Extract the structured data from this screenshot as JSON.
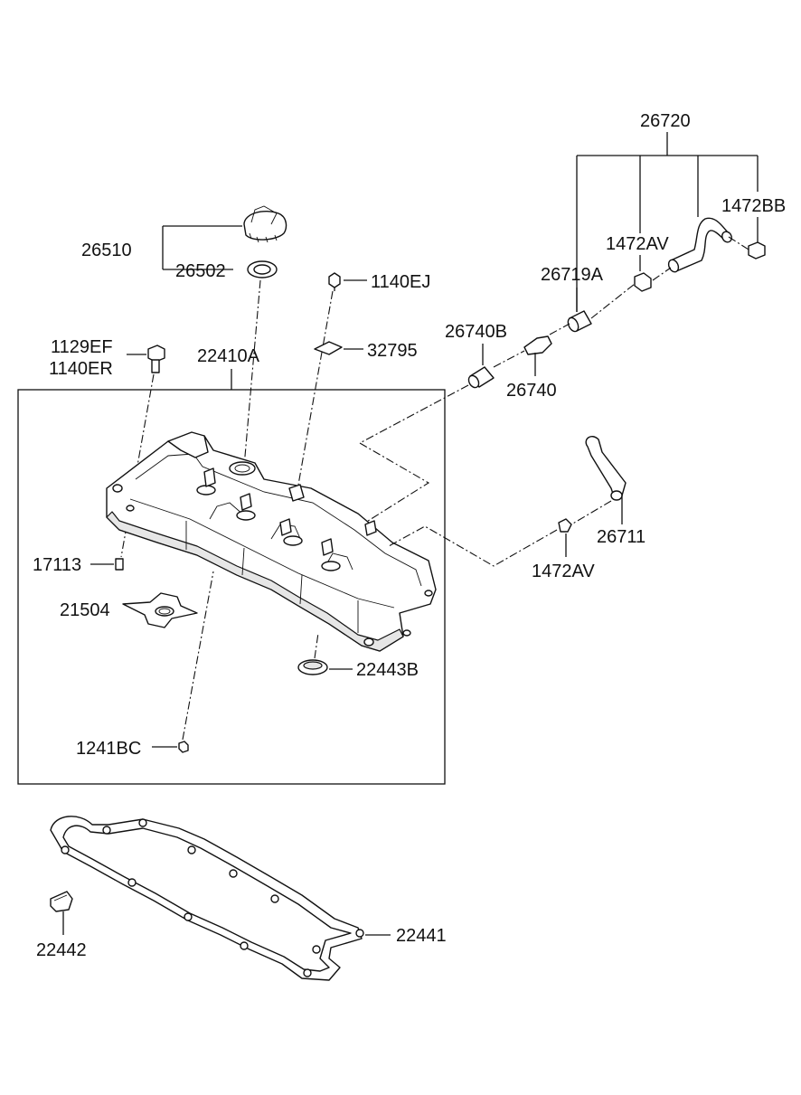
{
  "labels": {
    "p26720": "26720",
    "p1472BB": "1472BB",
    "p1472AV_top": "1472AV",
    "p26719A": "26719A",
    "p26510": "26510",
    "p26502": "26502",
    "p1140EJ": "1140EJ",
    "p1129EF": "1129EF",
    "p1140ER": "1140ER",
    "p22410A": "22410A",
    "p32795": "32795",
    "p26740B": "26740B",
    "p26740": "26740",
    "p26711": "26711",
    "p1472AV_bottom": "1472AV",
    "p17113": "17113",
    "p21504": "21504",
    "p22443B": "22443B",
    "p1241BC": "1241BC",
    "p22441": "22441",
    "p22442": "22442"
  }
}
